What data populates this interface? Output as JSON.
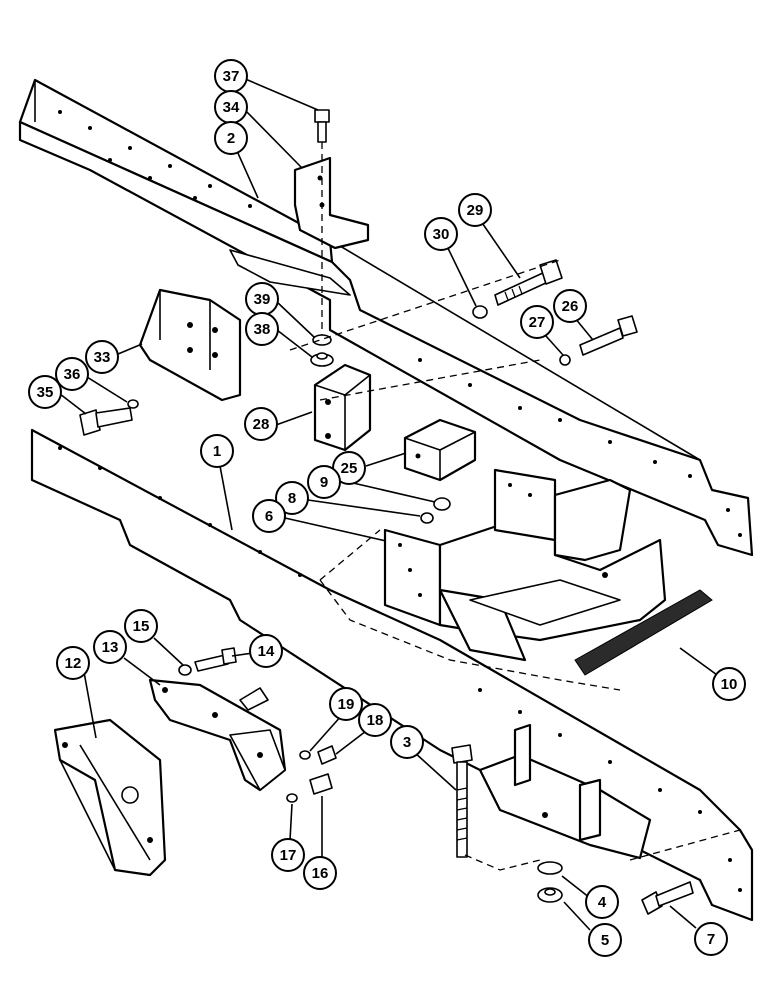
{
  "callouts": [
    {
      "id": "c37",
      "label": "37"
    },
    {
      "id": "c34",
      "label": "34"
    },
    {
      "id": "c2",
      "label": "2"
    },
    {
      "id": "c30",
      "label": "30"
    },
    {
      "id": "c29",
      "label": "29"
    },
    {
      "id": "c26",
      "label": "26"
    },
    {
      "id": "c27",
      "label": "27"
    },
    {
      "id": "c39",
      "label": "39"
    },
    {
      "id": "c38",
      "label": "38"
    },
    {
      "id": "c33",
      "label": "33"
    },
    {
      "id": "c36",
      "label": "36"
    },
    {
      "id": "c35",
      "label": "35"
    },
    {
      "id": "c28",
      "label": "28"
    },
    {
      "id": "c25",
      "label": "25"
    },
    {
      "id": "c1",
      "label": "1"
    },
    {
      "id": "c9",
      "label": "9"
    },
    {
      "id": "c8",
      "label": "8"
    },
    {
      "id": "c6",
      "label": "6"
    },
    {
      "id": "c10",
      "label": "10"
    },
    {
      "id": "c15",
      "label": "15"
    },
    {
      "id": "c14",
      "label": "14"
    },
    {
      "id": "c13",
      "label": "13"
    },
    {
      "id": "c12",
      "label": "12"
    },
    {
      "id": "c19",
      "label": "19"
    },
    {
      "id": "c18",
      "label": "18"
    },
    {
      "id": "c3",
      "label": "3"
    },
    {
      "id": "c17",
      "label": "17"
    },
    {
      "id": "c16",
      "label": "16"
    },
    {
      "id": "c4",
      "label": "4"
    },
    {
      "id": "c5",
      "label": "5"
    },
    {
      "id": "c7",
      "label": "7"
    }
  ]
}
